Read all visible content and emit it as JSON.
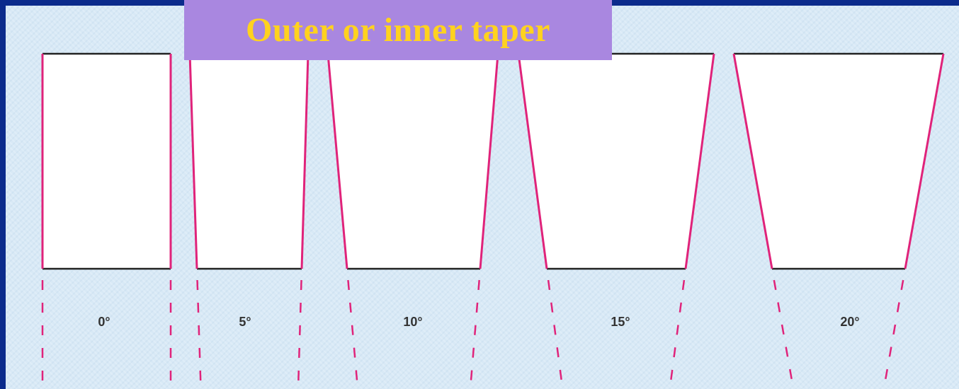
{
  "title": "Outer or inner taper",
  "colors": {
    "frame": "#0b2b8c",
    "background": "#d8e9f6",
    "title_box": "#a987e0",
    "title_text": "#ffd21f",
    "wall_line": "#e0237a",
    "edge_line": "#222222",
    "shape_fill": "#ffffff"
  },
  "tapers": [
    {
      "angle_deg": 0,
      "label": "0°"
    },
    {
      "angle_deg": 5,
      "label": "5°"
    },
    {
      "angle_deg": 10,
      "label": "10°"
    },
    {
      "angle_deg": 15,
      "label": "15°"
    },
    {
      "angle_deg": 20,
      "label": "20°"
    }
  ]
}
